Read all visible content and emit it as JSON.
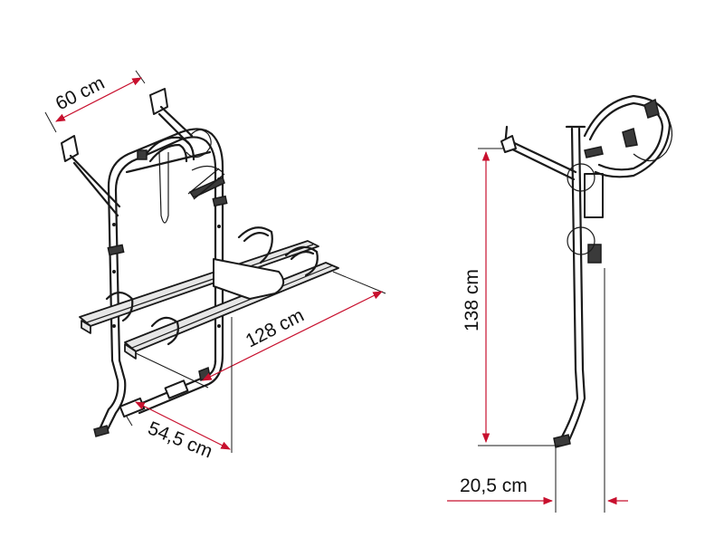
{
  "dimensions": {
    "width_top": "60 cm",
    "length": "128 cm",
    "depth": "54,5 cm",
    "height": "138 cm",
    "offset": "20,5 cm"
  },
  "colors": {
    "line": "#1a1a1a",
    "dimension_arrow": "#c8102e",
    "background": "#ffffff"
  }
}
